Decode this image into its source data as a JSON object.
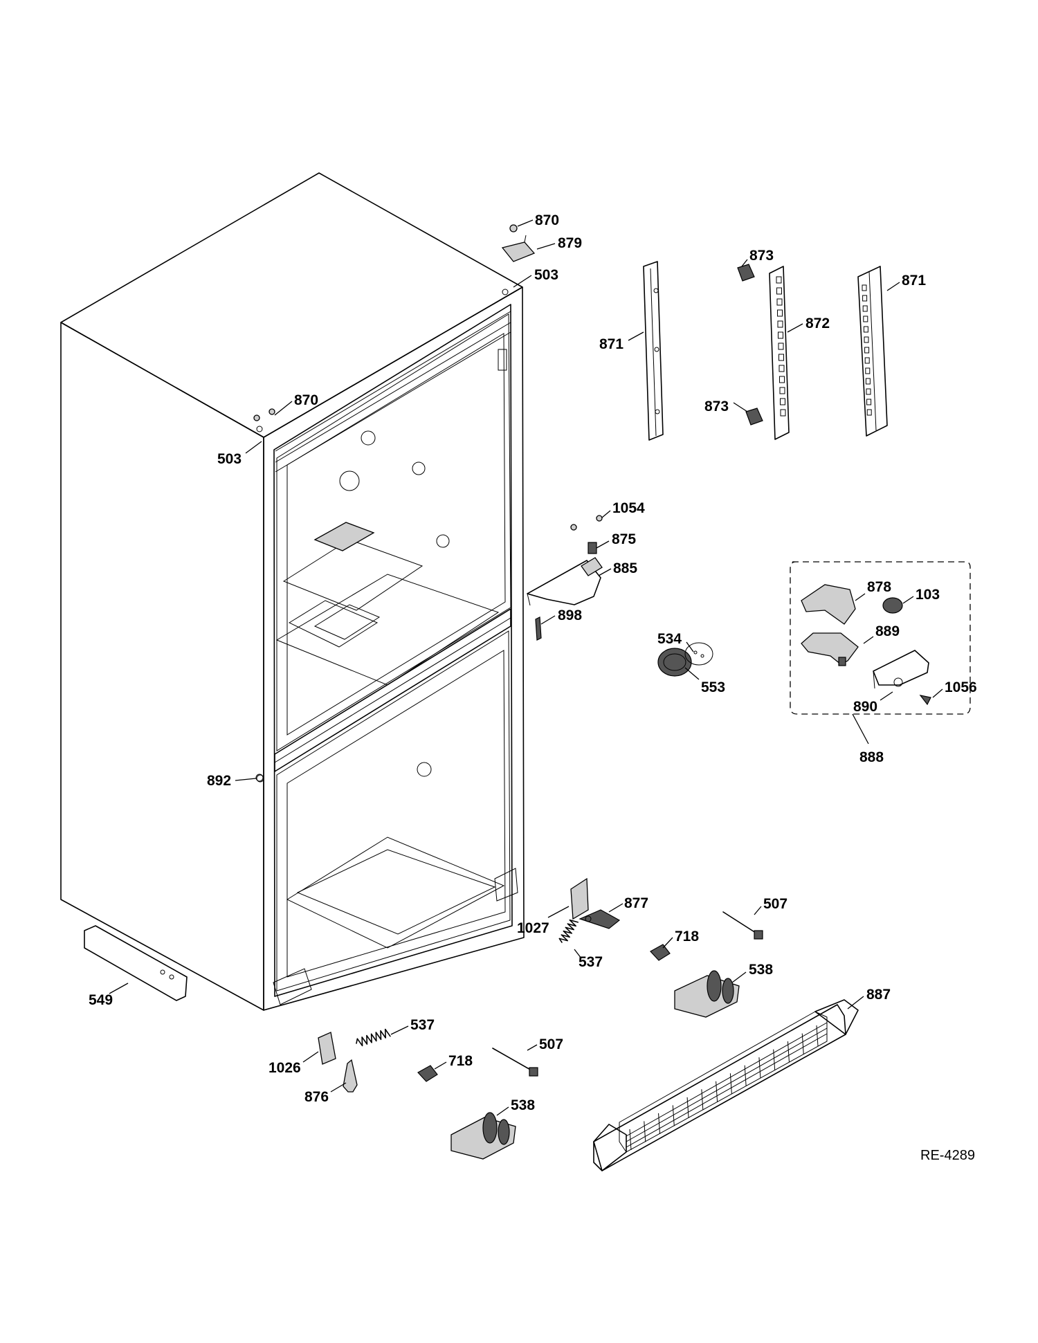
{
  "drawing": {
    "reference": "RE-4289",
    "callouts": [
      {
        "label": "870"
      },
      {
        "label": "879"
      },
      {
        "label": "503"
      },
      {
        "label": "870"
      },
      {
        "label": "503"
      },
      {
        "label": "871"
      },
      {
        "label": "873"
      },
      {
        "label": "872"
      },
      {
        "label": "873"
      },
      {
        "label": "871"
      },
      {
        "label": "1054"
      },
      {
        "label": "875"
      },
      {
        "label": "885"
      },
      {
        "label": "898"
      },
      {
        "label": "534"
      },
      {
        "label": "553"
      },
      {
        "label": "878"
      },
      {
        "label": "103"
      },
      {
        "label": "889"
      },
      {
        "label": "1056"
      },
      {
        "label": "890"
      },
      {
        "label": "888"
      },
      {
        "label": "892"
      },
      {
        "label": "1027"
      },
      {
        "label": "877"
      },
      {
        "label": "537"
      },
      {
        "label": "507"
      },
      {
        "label": "718"
      },
      {
        "label": "538"
      },
      {
        "label": "887"
      },
      {
        "label": "549"
      },
      {
        "label": "537"
      },
      {
        "label": "1026"
      },
      {
        "label": "876"
      },
      {
        "label": "718"
      },
      {
        "label": "507"
      },
      {
        "label": "538"
      }
    ]
  }
}
